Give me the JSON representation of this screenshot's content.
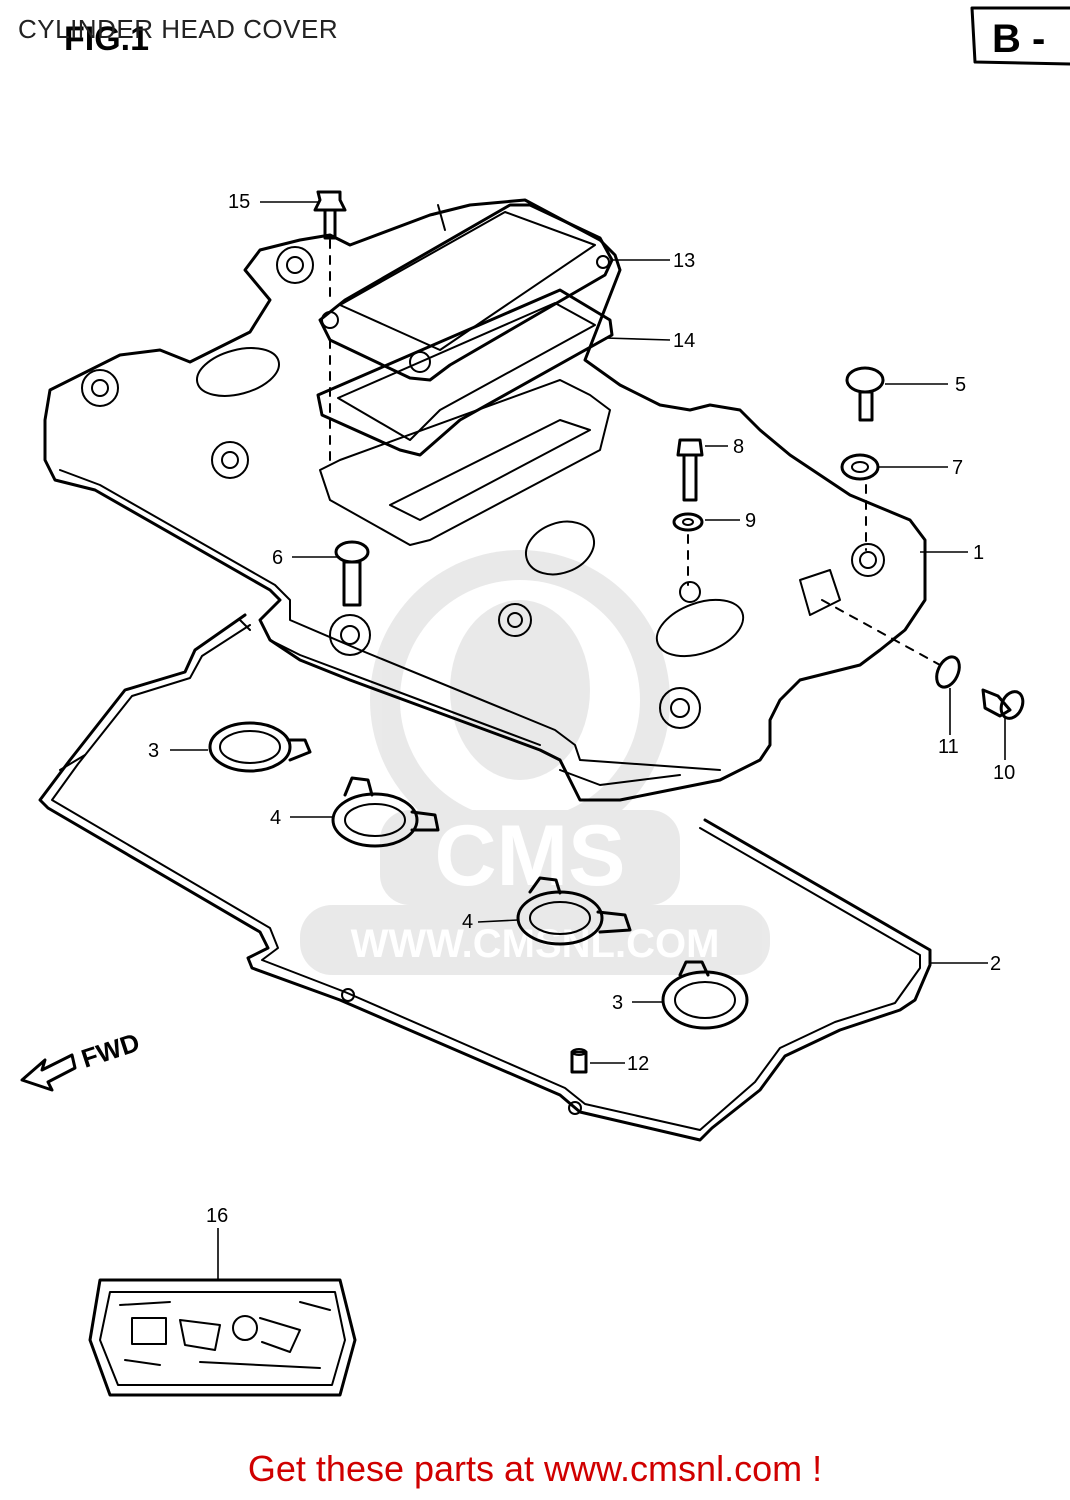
{
  "header": {
    "title": "CYLINDER HEAD COVER",
    "figure_label": "FIG.1",
    "section_tag": "B -"
  },
  "diagram": {
    "direction_label": "FWD",
    "callouts": [
      {
        "num": "15",
        "part": "bolt"
      },
      {
        "num": "13",
        "part": "breather-cover"
      },
      {
        "num": "14",
        "part": "breather-gasket"
      },
      {
        "num": "5",
        "part": "bolt"
      },
      {
        "num": "8",
        "part": "bolt"
      },
      {
        "num": "7",
        "part": "cap"
      },
      {
        "num": "9",
        "part": "washer"
      },
      {
        "num": "1",
        "part": "cylinder-head-cover"
      },
      {
        "num": "6",
        "part": "bolt"
      },
      {
        "num": "11",
        "part": "gasket"
      },
      {
        "num": "10",
        "part": "plug"
      },
      {
        "num": "3",
        "part": "plug-gasket"
      },
      {
        "num": "4",
        "part": "plug-gasket"
      },
      {
        "num": "2",
        "part": "cover-gasket"
      },
      {
        "num": "12",
        "part": "pin"
      },
      {
        "num": "16",
        "part": "gasket-set"
      }
    ]
  },
  "watermark": {
    "brand": "CMS",
    "url": "WWW.CMSNL.COM"
  },
  "footer": {
    "link_text": "Get these parts at www.cmsnl.com !"
  }
}
